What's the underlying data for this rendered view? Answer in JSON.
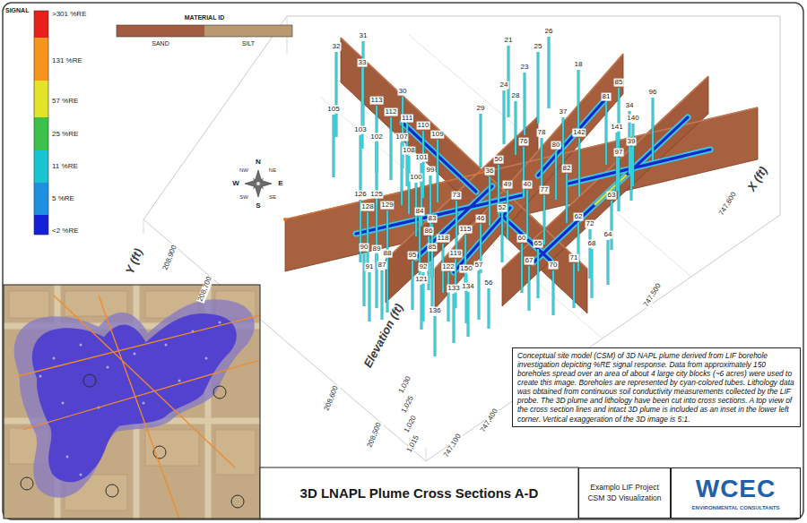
{
  "diagram": {
    "title": "3D LNAPL Plume Cross Sections A-D",
    "caption": "Conceptual site model (CSM) of 3D NAPL plume derived from LIF borehole investigation depicting %RE signal response. Data from approximately 150 boreholes spread over an area of about 4 large city blocks (~6 acres) were used to create this image. Boreholes are represented by cyan-colored tubes. Lithology data was obtained from continuous soil conductivity measurements collected by the LIF probe. The 3D plume and lithology have been cut into cross sections. A top view of the cross section lines and intact 3D plume is included as an inset in the lower left corner. Vertical exaggeration of the 3D image is 5:1.",
    "nodes": [
      {
        "text": [
          "Examplo LIF Project",
          "CSM 3D Visualization"
        ]
      },
      {
        "text": [
          "WCEC",
          "ENVIRONMENTAL CONSULTANTS"
        ]
      }
    ],
    "labels": [
      "SIGNAL",
      "MATERIAL ID",
      "N",
      "NE",
      "E",
      "NW",
      "SE",
      "W",
      "SW",
      "S",
      "Y (ft)",
      "208,900",
      "208,700",
      "208,600",
      "208,500",
      "Elevation (ft)",
      "1,030",
      "1,025",
      "1,020",
      "1,015",
      "747,600",
      "X (ft)",
      "747,500",
      "747,400",
      "747,100",
      "32",
      "31",
      "33",
      "105",
      "113",
      "30",
      "112",
      "111",
      "110",
      "103",
      "102",
      "107",
      "109",
      "108",
      "101",
      "99",
      "100",
      "126",
      "125",
      "129",
      "128",
      "84",
      "83",
      "73",
      "86",
      "85",
      "115",
      "90",
      "89",
      "88",
      "91",
      "87",
      "95",
      "92",
      "118",
      "119",
      "122",
      "121",
      "150",
      "133",
      "134",
      "136",
      "57",
      "56",
      "60",
      "65",
      "67",
      "70",
      "71",
      "68",
      "62",
      "72",
      "63",
      "64",
      "52",
      "46",
      "49",
      "40",
      "77",
      "82",
      "36",
      "50",
      "76",
      "80",
      "78",
      "29",
      "28",
      "24",
      "21",
      "25",
      "26",
      "23",
      "18",
      "81",
      "85",
      "34",
      "96",
      "140",
      "141",
      "142",
      "39",
      "97",
      "37"
    ],
    "legend": [
      {
        "text": ">301 %RE",
        "color": "#e8201c"
      },
      {
        "text": "131 %RE",
        "color": "#f7941d"
      },
      {
        "text": "57 %RE",
        "color": "#e3e32a"
      },
      {
        "text": "25 %RE",
        "color": "#3cc24a"
      },
      {
        "text": "11 %RE",
        "color": "#19c3d0"
      },
      {
        "text": "5 %RE",
        "color": "#1f8fe0"
      },
      {
        "text": "<2 %RE",
        "color": "#1420d8"
      },
      {
        "text": "SAND",
        "color": "#a35c40"
      },
      {
        "text": "SILT",
        "color": "#b99a70"
      }
    ]
  }
}
